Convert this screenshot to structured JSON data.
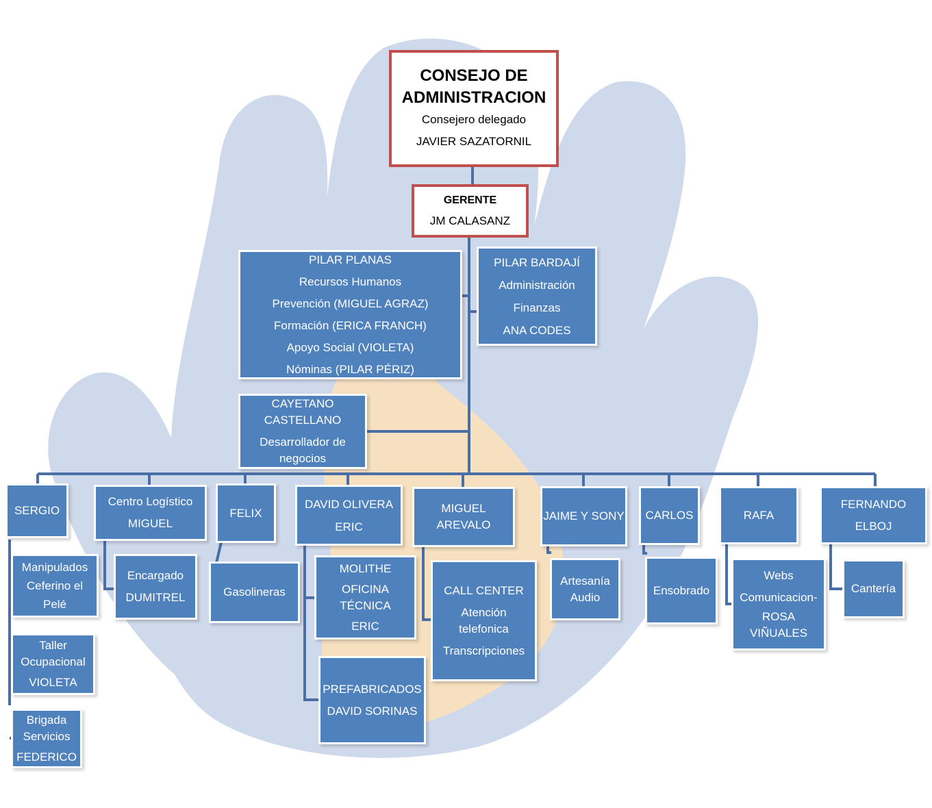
{
  "colors": {
    "box_fill": "#4f81bd",
    "connector": "#4a6fa5",
    "top_border": "#c0504d",
    "watermark_hand": "#cfd9ec",
    "watermark_map": "#f6e0c0"
  },
  "council": {
    "title": "CONSEJO DE ADMINISTRACION",
    "role": "Consejero delegado",
    "name": "JAVIER SAZATORNIL"
  },
  "manager": {
    "title": "GERENTE",
    "name": "JM CALASANZ"
  },
  "staff": {
    "pilar_planas": [
      "PILAR PLANAS",
      "Recursos Humanos",
      "Prevención  (MIGUEL AGRAZ)",
      "Formación (ERICA FRANCH)",
      "Apoyo Social (VIOLETA)",
      "Nóminas (PILAR PÉRIZ)"
    ],
    "pilar_bardaji": [
      "PILAR BARDAJÍ",
      "Administración",
      "Finanzas",
      "ANA CODES"
    ],
    "cayetano": [
      "CAYETANO CASTELLANO",
      "Desarrollador de negocios"
    ]
  },
  "departments": {
    "sergio": [
      "SERGIO"
    ],
    "centro_logistico": [
      "Centro Logístico",
      "MIGUEL"
    ],
    "felix": [
      "FELIX"
    ],
    "david_olivera": [
      "DAVID OLIVERA",
      "ERIC"
    ],
    "miguel_arevalo": [
      "MIGUEL AREVALO"
    ],
    "jaime_sony": [
      "JAIME Y SONY"
    ],
    "carlos": [
      "CARLOS"
    ],
    "rafa": [
      "RAFA"
    ],
    "fernando": [
      "FERNANDO ELBOJ"
    ]
  },
  "units": {
    "manipulados": [
      "Manipulados Ceferino el Pelé"
    ],
    "taller": [
      "Taller Ocupacional",
      "VIOLETA"
    ],
    "brigada": [
      "Brigada Servicios",
      "FEDERICO"
    ],
    "encargado": [
      "Encargado",
      "DUMITREL"
    ],
    "gasolineras": [
      "Gasolineras"
    ],
    "molithe": [
      "MOLITHE",
      "OFICINA TÉCNICA",
      "ERIC"
    ],
    "prefabricados": [
      "PREFABRICADOS",
      "DAVID SORINAS"
    ],
    "call_center": [
      "CALL CENTER",
      "Atención telefonica",
      "Transcripciones"
    ],
    "artesania": [
      "Artesanía Audio"
    ],
    "ensobrado": [
      "Ensobrado"
    ],
    "webs": [
      "Webs",
      "Comunicacion-",
      "ROSA VIÑUALES"
    ],
    "canteria": [
      "Cantería"
    ]
  }
}
